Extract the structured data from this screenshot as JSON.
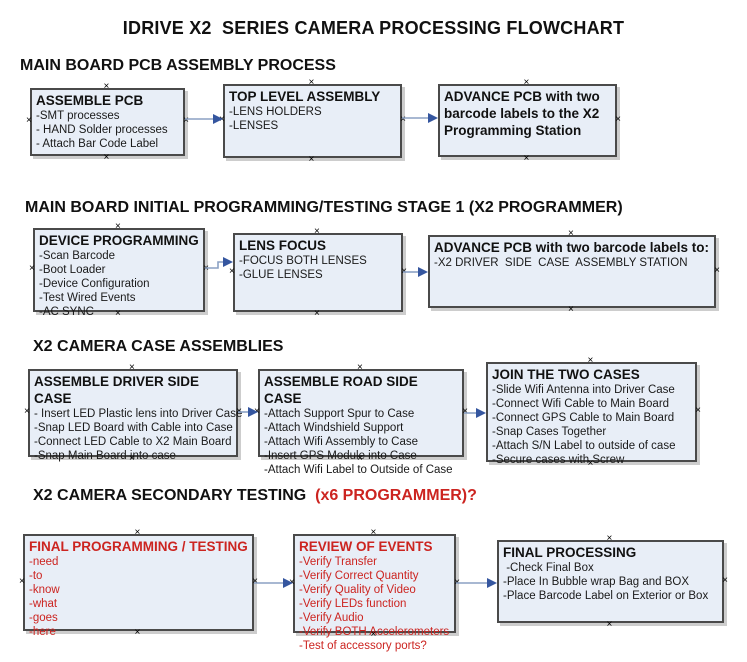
{
  "title": "IDRIVE X2  SERIES CAMERA PROCESSING FLOWCHART",
  "icons": {
    "connector_handle": "×"
  },
  "colors": {
    "box_fill": "#e8eef7",
    "box_border": "#4a4a4a",
    "arrow_line": "#8ba1c4",
    "arrow_head": "#35569f",
    "red_text": "#cc2420",
    "black_text": "#111111"
  },
  "sections": [
    {
      "heading": "MAIN BOARD PCB ASSEMBLY PROCESS",
      "boxes": [
        {
          "title": "ASSEMBLE PCB",
          "lines": [
            "-SMT processes",
            "- HAND Solder processes",
            "- Attach Bar Code Label"
          ]
        },
        {
          "title": "TOP LEVEL ASSEMBLY",
          "lines": [
            "-LENS HOLDERS",
            "-LENSES"
          ]
        },
        {
          "title": "ADVANCE PCB with two barcode labels to the X2 Programming Station",
          "lines": []
        }
      ]
    },
    {
      "heading": "MAIN BOARD INITIAL PROGRAMMING/TESTING STAGE 1 (X2 PROGRAMMER)",
      "boxes": [
        {
          "title": "DEVICE PROGRAMMING",
          "lines": [
            "-Scan Barcode",
            "-Boot Loader",
            "-Device Configuration",
            "-Test Wired Events",
            "-AC SYNC"
          ]
        },
        {
          "title": "LENS FOCUS",
          "lines": [
            "-FOCUS BOTH LENSES",
            "-GLUE LENSES"
          ]
        },
        {
          "title": "ADVANCE PCB with two barcode labels to:",
          "lines": [
            "-X2 DRIVER  SIDE  CASE  ASSEMBLY STATION"
          ]
        }
      ]
    },
    {
      "heading": "X2 CAMERA CASE ASSEMBLIES",
      "boxes": [
        {
          "title": "ASSEMBLE DRIVER SIDE CASE",
          "lines": [
            "- Insert LED Plastic lens into Driver Case",
            "-Snap LED Board with Cable into Case",
            "-Connect LED Cable to X2 Main Board",
            "-Snap Main Board into case"
          ]
        },
        {
          "title": "ASSEMBLE ROAD SIDE CASE",
          "lines": [
            "-Attach Support Spur to Case",
            "-Attach Windshield Support",
            "-Attach Wifi Assembly to Case",
            "-Insert GPS Module into Case",
            "-Attach Wifi Label to Outside of Case"
          ]
        },
        {
          "title": "JOIN THE TWO CASES",
          "lines": [
            "-Slide Wifi Antenna into Driver Case",
            "-Connect Wifi Cable to Main Board",
            "-Connect GPS Cable to Main Board",
            "-Snap Cases Together",
            "-Attach S/N Label to outside of case",
            "-Secure cases with Screw"
          ]
        }
      ]
    },
    {
      "heading": "X2 CAMERA SECONDARY TESTING  ",
      "heading_red": "(x6 PROGRAMMER)?",
      "boxes": [
        {
          "title": "FINAL PROGRAMMING / TESTING",
          "lines": [
            "-need",
            "-to",
            "-know",
            "-what",
            "-goes",
            "-here"
          ]
        },
        {
          "title": "REVIEW OF EVENTS",
          "lines": [
            "-Verify Transfer",
            "-Verify Correct Quantity",
            "-Verify Quality of Video",
            "-Verify LEDs function",
            "-Verify Audio",
            "-Verify BOTH Accelerometers",
            "-Test of accessory ports?"
          ]
        },
        {
          "title": "FINAL PROCESSING",
          "lines": [
            " -Check Final Box",
            "-Place In Bubble wrap Bag and BOX",
            "-Place Barcode Label on Exterior or Box"
          ]
        }
      ]
    }
  ]
}
